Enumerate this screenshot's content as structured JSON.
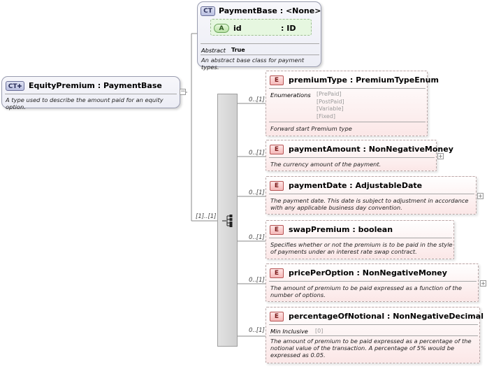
{
  "root": {
    "badge": "CT",
    "name": "EquityPremium",
    "sep": ":",
    "base": "PaymentBase",
    "doc": "A type used to describe the amount paid for an equity option."
  },
  "base_type": {
    "badge": "CT",
    "name": "PaymentBase",
    "sep": ":",
    "base": "<None>",
    "attribute": {
      "badge": "A",
      "name": "id",
      "type": ": ID"
    },
    "abstract_label": "Abstract",
    "abstract_value": "True",
    "doc": "An abstract base class for payment types."
  },
  "sequence": {
    "cardinality": "[1]..[1]"
  },
  "elements": [
    {
      "badge": "E",
      "name": "premiumType",
      "sep": ":",
      "type": "PremiumTypeEnum",
      "cardinality": "0..[1]",
      "enum_label": "Enumerations",
      "enums": [
        "[PrePaid]",
        "[PostPaid]",
        "[Variable]",
        "[Fixed]"
      ],
      "doc": "Forward start Premium type"
    },
    {
      "badge": "E",
      "name": "paymentAmount",
      "sep": ":",
      "type": "NonNegativeMoney",
      "cardinality": "0..[1]",
      "doc": "The currency amount of the payment."
    },
    {
      "badge": "E",
      "name": "paymentDate",
      "sep": ":",
      "type": "AdjustableDate",
      "cardinality": "0..[1]",
      "doc": "The payment date. This date is subject to adjustment in accordance with any applicable business day convention."
    },
    {
      "badge": "E",
      "name": "swapPremium",
      "sep": ":",
      "type": "boolean",
      "cardinality": "0..[1]",
      "doc": "Specifies whether or not the premium is to be paid in the style of payments under an interest rate swap contract."
    },
    {
      "badge": "E",
      "name": "pricePerOption",
      "sep": ":",
      "type": "NonNegativeMoney",
      "cardinality": "0..[1]",
      "doc": "The amount of premium to be paid expressed as a function of the number of options."
    },
    {
      "badge": "E",
      "name": "percentageOfNotional",
      "sep": ":",
      "type": "NonNegativeDecimal",
      "cardinality": "0..[1]",
      "facet_label": "Min Inclusive",
      "facet_value": "[0]",
      "doc": "The amount of premium to be paid expressed as a percentage of the notional value of the transaction. A percentage of 5% would be expressed as 0.05."
    }
  ],
  "colors": {
    "ct_border": "#9a9db0",
    "element_bg": "#fbe7e7",
    "attribute_bg": "#e6f7e0"
  }
}
